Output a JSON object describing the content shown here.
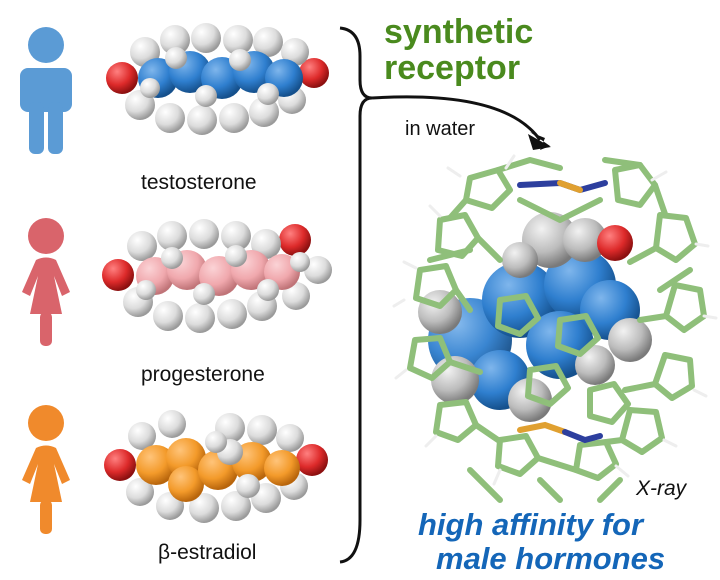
{
  "hormones": [
    {
      "label": "testosterone",
      "color": "#5b9bd5",
      "core_color": "#2f7fcf",
      "figure": "male"
    },
    {
      "label": "progesterone",
      "color": "#d9646b",
      "core_color": "#f0a8ad",
      "figure": "female"
    },
    {
      "label": "β-estradiol",
      "color": "#f08a2c",
      "core_color": "#f39a2a",
      "figure": "female"
    }
  ],
  "receptor": {
    "title_line1": "synthetic",
    "title_line2": "receptor",
    "arrow_label": "in water",
    "structure_label": "X-ray",
    "caption_line1": "high affinity for",
    "caption_line2": "male hormones",
    "framework_color": "#8fbf7a",
    "guest_color": "#3d7fc7"
  }
}
